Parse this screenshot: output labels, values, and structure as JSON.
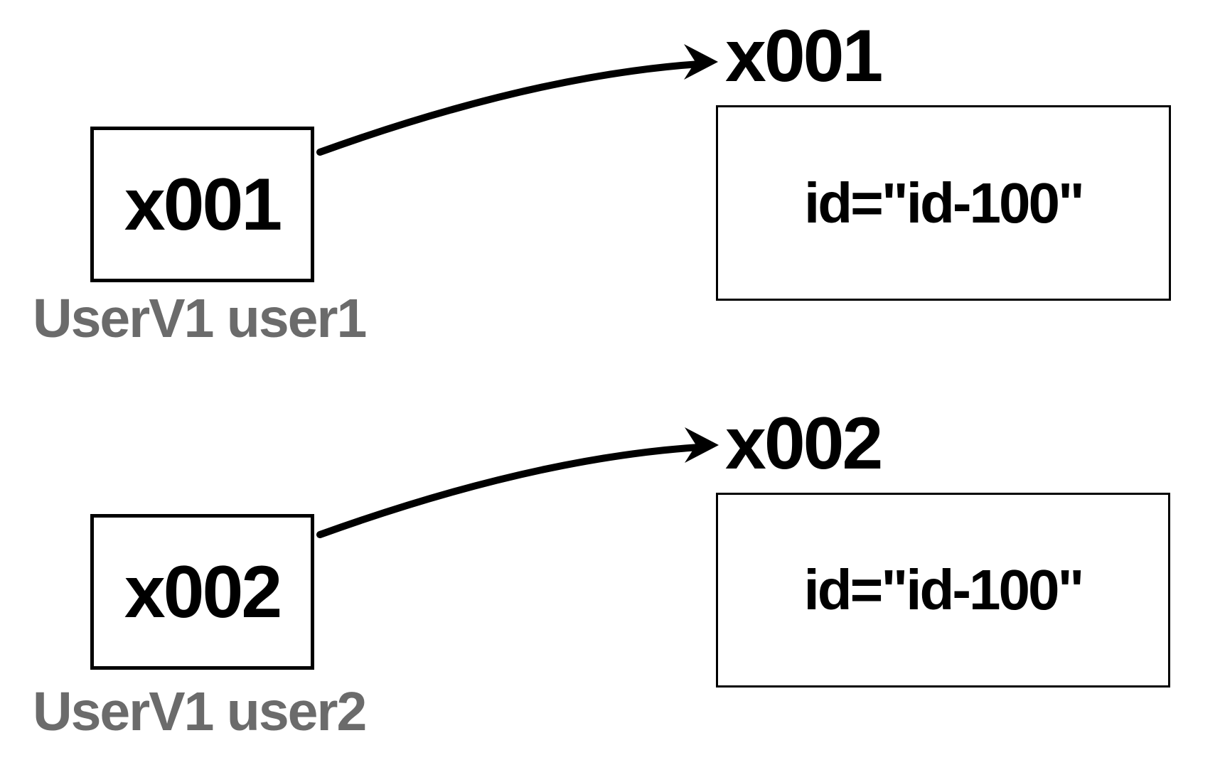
{
  "colors": {
    "background": "#ffffff",
    "ink": "#000000",
    "caption": "#6b6b6b"
  },
  "groups": [
    {
      "pointer_box_label": "x001",
      "caption": "UserV1 user1",
      "target_label": "x001",
      "target_box_text": "id=\"id-100\""
    },
    {
      "pointer_box_label": "x002",
      "caption": "UserV1 user2",
      "target_label": "x002",
      "target_box_text": "id=\"id-100\""
    }
  ]
}
